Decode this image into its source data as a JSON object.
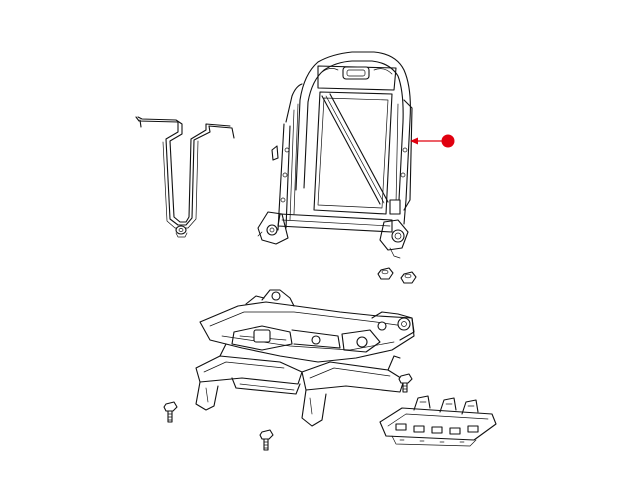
{
  "figure": {
    "kind": "exploded-parts-diagram",
    "background": "#ffffff",
    "line_color": "#111111",
    "callout_color": "#e0000f",
    "highlighted_part": "seat-back-frame"
  },
  "parts": [
    {
      "name": "seat-back-frame",
      "highlighted": true
    },
    {
      "name": "lumbar-support-wire"
    },
    {
      "name": "frame-nuts",
      "count": 2
    },
    {
      "name": "seat-cushion-frame-and-adjuster-tracks"
    },
    {
      "name": "track-bolts",
      "count": 3
    },
    {
      "name": "wiring-harness-bracket"
    }
  ]
}
